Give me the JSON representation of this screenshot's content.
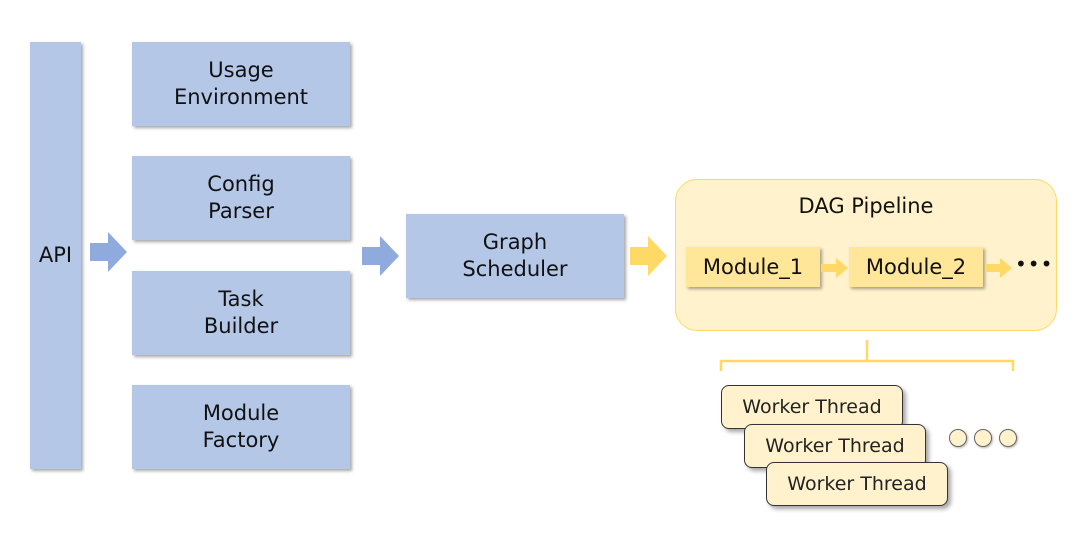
{
  "api": {
    "label": "API"
  },
  "components": [
    {
      "label": "Usage\nEnvironment"
    },
    {
      "label": "Config\nParser"
    },
    {
      "label": "Task\nBuilder"
    },
    {
      "label": "Module\nFactory"
    }
  ],
  "scheduler": {
    "label": "Graph\nScheduler"
  },
  "dag": {
    "title": "DAG Pipeline",
    "modules": [
      "Module_1",
      "Module_2"
    ],
    "continuation": "•••"
  },
  "workers": {
    "labels": [
      "Worker Thread",
      "Worker Thread",
      "Worker Thread"
    ]
  },
  "colors": {
    "blue_fill": "#b4c7e7",
    "blue_arrow": "#8faadc",
    "yellow_fill": "#ffe699",
    "light_yellow": "#fff2cc",
    "yellow_border": "#ffd966",
    "yellow_arrow": "#ffd966"
  }
}
